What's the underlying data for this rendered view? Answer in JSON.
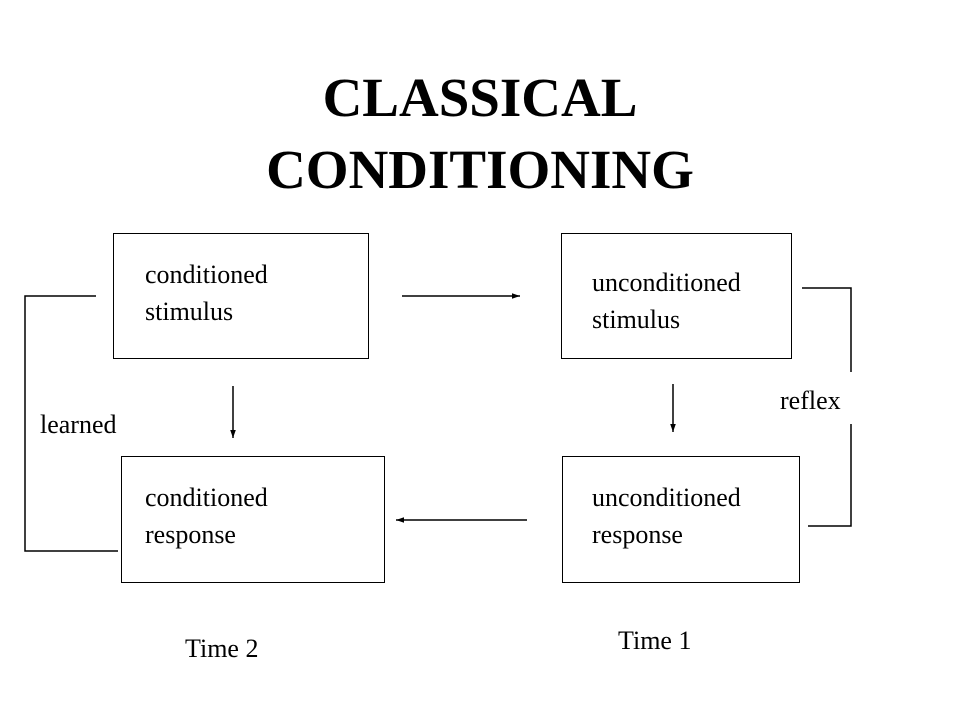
{
  "title": {
    "line1": "CLASSICAL",
    "line2": "CONDITIONING"
  },
  "boxes": {
    "cs": {
      "line1": "conditioned",
      "line2": "stimulus"
    },
    "us": {
      "line1": "unconditioned",
      "line2": "stimulus"
    },
    "cr": {
      "line1": "conditioned",
      "line2": "response"
    },
    "ur": {
      "line1": "unconditioned",
      "line2": "response"
    }
  },
  "labels": {
    "learned": "learned",
    "reflex": "reflex",
    "time1": "Time 1",
    "time2": "Time 2"
  }
}
